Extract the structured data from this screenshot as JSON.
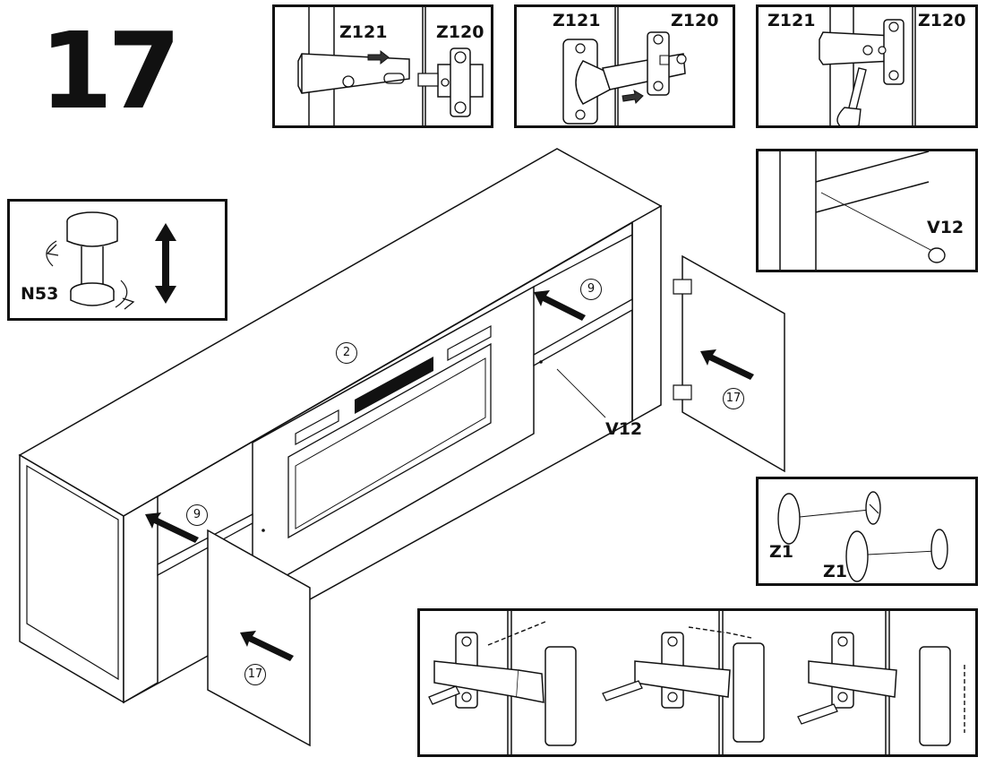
{
  "step_number": "17",
  "parts": {
    "hinge_arm": "Z121",
    "hinge_plate": "Z120",
    "leveling_foot": "N53",
    "pin": "V12",
    "cap": "Z1"
  },
  "callouts": {
    "main_body": "2",
    "shelf": "9",
    "door": "17"
  },
  "icons": {
    "rotate": "rotate-arrows-icon",
    "adjust": "double-headed-arrow-icon",
    "push": "push-arrow-icon"
  }
}
